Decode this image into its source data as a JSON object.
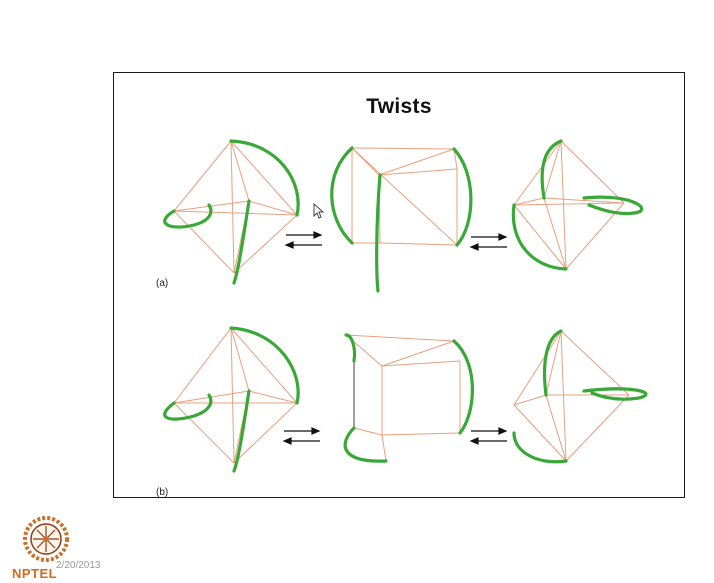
{
  "slide": {
    "title": "Twists",
    "panels": [
      {
        "label": "(a)"
      },
      {
        "label": "(b)"
      }
    ]
  },
  "footer": {
    "logo_text": "NPTEL",
    "date": "2/20/2013"
  },
  "colors": {
    "edge": "#e8a07e",
    "loop": "#3aa837",
    "arrow": "#111111"
  },
  "icons": [
    "nptel-logo-icon",
    "mouse-pointer-icon",
    "double-arrow-icon"
  ]
}
